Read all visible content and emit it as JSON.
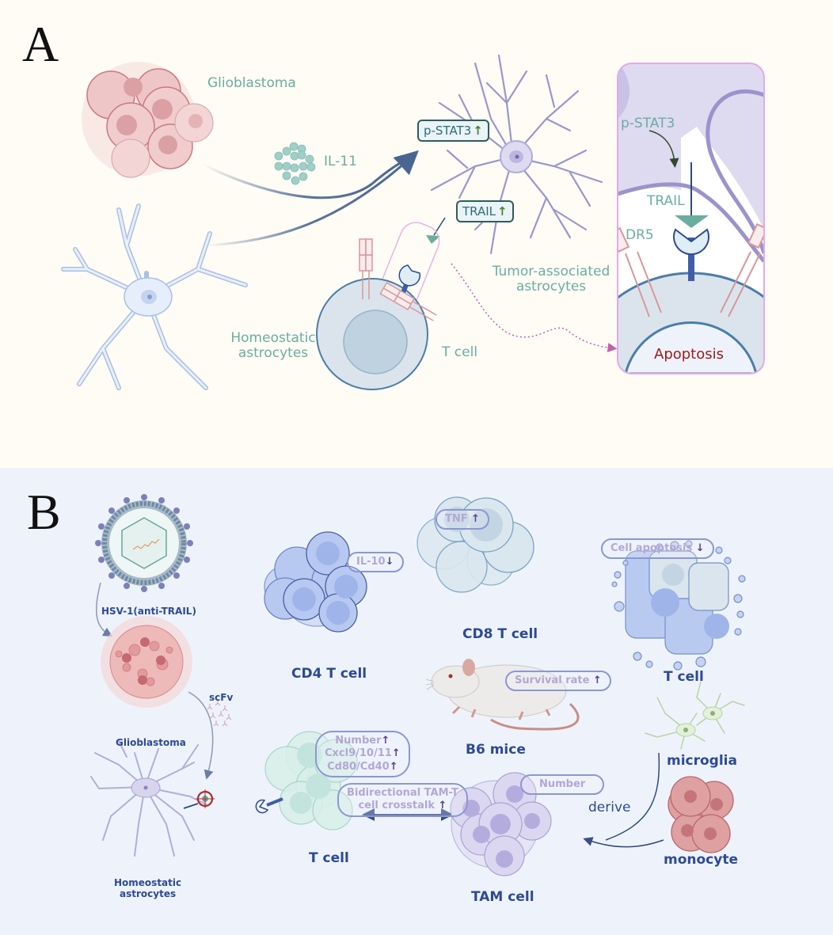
{
  "panel_a": {
    "letter": "A",
    "labels": {
      "glioblastoma": "Glioblastoma",
      "il11": "IL-11",
      "homeostatic_line1": "Homeostatic",
      "homeostatic_line2": "astrocytes",
      "tumor_assoc_line1": "Tumor-associated",
      "tumor_assoc_line2": "astrocytes",
      "t_cell": "T cell"
    },
    "tags": {
      "pstat3": "p-STAT3",
      "pstat3_arrow": "↑",
      "trail": "TRAIL",
      "trail_arrow": "↑"
    },
    "inset": {
      "pstat3": "p-STAT3",
      "trail": "TRAIL",
      "dr5": "DR5",
      "apoptosis": "Apoptosis"
    }
  },
  "panel_b": {
    "letter": "B",
    "labels": {
      "hsv": "HSV-1(anti-TRAIL)",
      "glioblastoma": "Glioblastoma",
      "scfv": "scFv",
      "homeostatic_line1": "Homeostatic",
      "homeostatic_line2": "astrocytes",
      "cd4": "CD4 T cell",
      "cd8": "CD8 T cell",
      "t_cell_top": "T cell",
      "b6": "B6 mice",
      "microglia": "microglia",
      "monocyte": "monocyte",
      "derive": "derive",
      "t_cell_bottom": "T cell",
      "tam": "TAM cell"
    },
    "pills": {
      "il10": "IL-10",
      "il10_arrow": "↓",
      "tnf": "TNF",
      "tnf_arrow": "↑",
      "apoptosis": "Cell apoptosis",
      "apoptosis_arrow": "↓",
      "survival": "Survival rate",
      "survival_arrow": "↑",
      "tcell_line1": "Number",
      "tcell_line1_arrow": "↑",
      "tcell_line2": "Cxcl9/10/11",
      "tcell_line2_arrow": "↑",
      "tcell_line3": "Cd80/Cd40",
      "tcell_line3_arrow": "↑",
      "crosstalk_line1": "Bidirectional TAM-T",
      "crosstalk_line2": "cell crosstalk",
      "crosstalk_arrow": "↑",
      "tam_number": "Number"
    }
  },
  "colors": {
    "panel_a_bg": "#fefcf5",
    "panel_b_bg": "#eef3fb",
    "teal_label": "#6aaea0",
    "navy_label": "#2d4a95",
    "apoptosis_red": "#9c1a1a",
    "pill_border": "#8b97d3"
  }
}
